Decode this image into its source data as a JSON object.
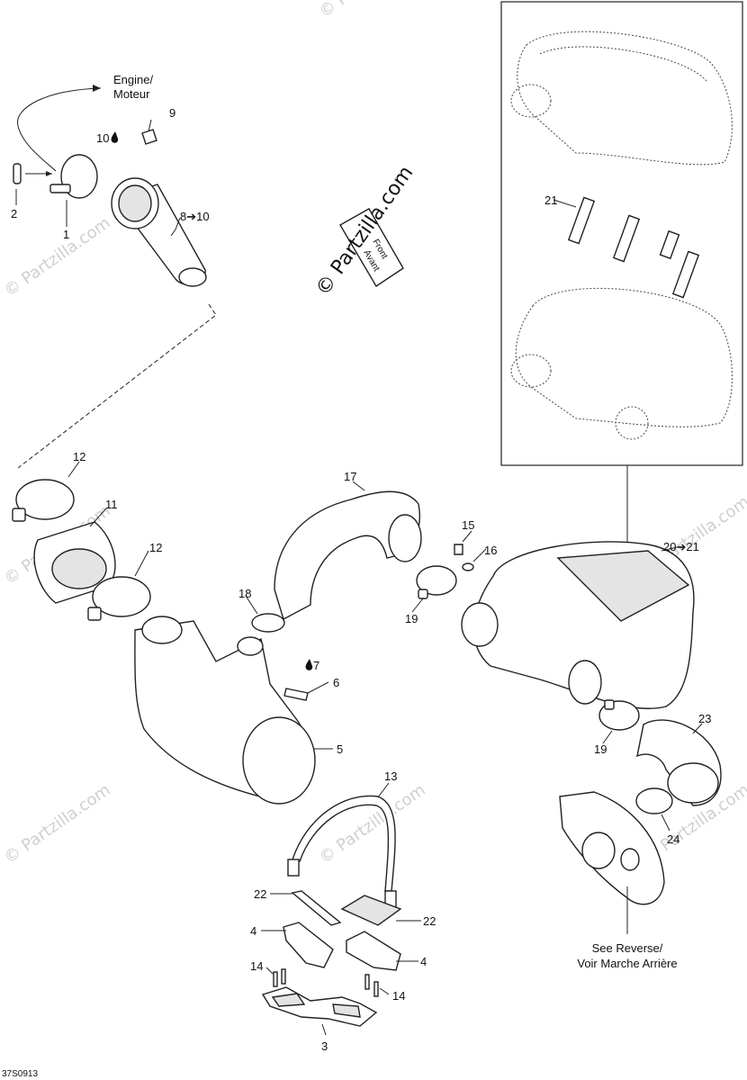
{
  "labels": {
    "p1": "1",
    "p2": "2",
    "p3": "3",
    "p4a": "4",
    "p4b": "4",
    "p5": "5",
    "p6": "6",
    "p7": "7",
    "p8_10": "8➔10",
    "p9": "9",
    "p10": "10",
    "p11": "11",
    "p12a": "12",
    "p12b": "12",
    "p13": "13",
    "p14a": "14",
    "p14b": "14",
    "p15": "15",
    "p16": "16",
    "p17": "17",
    "p18": "18",
    "p19a": "19",
    "p19b": "19",
    "p20_21": "20➔21",
    "p21": "21",
    "p22a": "22",
    "p22b": "22",
    "p23": "23",
    "p24": "24"
  },
  "notes": {
    "engine_line1": "Engine/",
    "engine_line2": "Moteur",
    "reverse_line1": "See Reverse/",
    "reverse_line2": "Voir Marche Arrière",
    "front_line1": "Front",
    "front_line2": "Avant",
    "diagram_code": "37S0913"
  },
  "watermark": {
    "main": "© Partzilla.com",
    "tile": "© Partzilla.com"
  }
}
